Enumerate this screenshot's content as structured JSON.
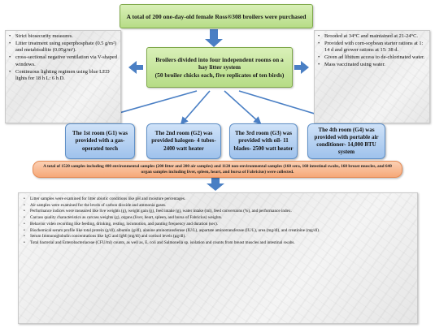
{
  "top_box": {
    "text": "A total of 200 one-day-old female Ross®308 broilers were purchased"
  },
  "middle_box": {
    "line1": "Broilers divided into four independent rooms on a hay litter system",
    "line2": "(50 broiler chicks each, five replicates of ten birds)"
  },
  "left_panel": {
    "items": [
      "Strict biosecurity measures.",
      "Litter treatment using superphosphate (0.5 g/m²) and metabisulfite (0.05g/m²).",
      "cross-sectional negative ventilation via V-shaped windows.",
      "Continuous lighting regimen using blue LED lights for 18 h L: 6 h D."
    ]
  },
  "right_panel": {
    "items": [
      "Brooded at 34°C and maintained at 21-24°C.",
      "Provided with corn-soybean starter rations at 1: 14 d and grower rations at 15: 38 d.",
      "Given ad libitum access to de-chlorinated water.",
      "Mass vaccinated using water."
    ]
  },
  "rooms": [
    {
      "text": "The 1st room (G1) was provided with a gas-operated torch"
    },
    {
      "text": "The 2nd room (G2) was provided halogen- 4 tubes- 2400 watt heater"
    },
    {
      "text": "The 3rd room (G3) was provided with oil- 11 blades- 2500 watt heater"
    },
    {
      "text": "The 4th room (G4) was provided with portable air conditioner- 14,000 BTU system"
    }
  ],
  "samples_box": {
    "text": "A total of 1520 samples including 400 environmental samples (200 litter and 200 air samples) and 1120 non-environmental samples (160 sera, 160 intestinal swabs, 160 breast muscles, and 640 organ samples including liver, spleen, heart, and bursa of Fabricius) were collected."
  },
  "bottom_panel": {
    "items": [
      "Litter samples were examined for litter abiotic conditions like pH and moisture percentages.",
      "Air samples were examined for the levels of carbon dioxide and ammonia gases.",
      "Performance indices were measured like live weights (g), weight gain (g), feed intake (g), water intake (ml), feed conversions (%), and performance index.",
      "Carcass quality characteristics as carcass weights (g), organs (liver, heart, spleen, and bursa of Fabricius) weights.",
      "Behavior video recording like feeding, drinking, resting, locomotion, and panting frequency and duration (sec).",
      "Biochemical serum profile like total protein (g/dl), albumin (g/dl), alanine aminotransferase (IU/L), aspartate aminotransferase (IU/L), urea (mg/dl), and creatinine (mg/dl).",
      "Serum Immunoglobulin concentrations like IgG and IgM (mg/dl) and cortisol levels (μg/dl).",
      "Total bacterial and Enterobacteriaceae (CFU/ml) counts, as well as, E. coli and Salmonella sp. isolation and counts from breast muscles and intestinal swabs."
    ]
  },
  "colors": {
    "green_fill": "#c7e69f",
    "blue_fill": "#b8d3f3",
    "orange_fill": "#f8b98f",
    "arrow_blue": "#4a7fc4"
  }
}
